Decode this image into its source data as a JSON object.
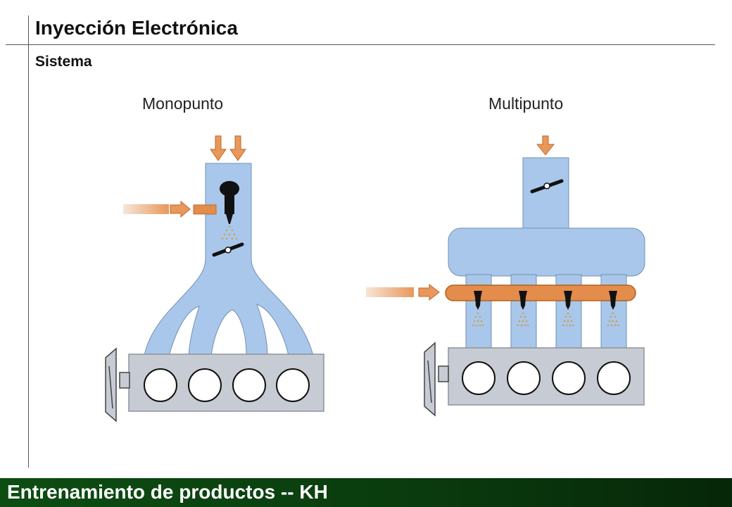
{
  "header": {
    "title": "Inyección Electrónica",
    "subtitle": "Sistema"
  },
  "diagram": {
    "left_label": "Monopunto",
    "right_label": "Multipunto",
    "colors": {
      "air_duct": "#a9c7ea",
      "engine_block": "#c7cbd3",
      "fuel_orange": "#e9975a",
      "fuel_rail": "#e48c4c",
      "valve": "#ffffff",
      "injector": "#111111"
    }
  },
  "footer": {
    "text": "Entrenamiento de productos -- KH",
    "background": "#0a3a0e"
  }
}
